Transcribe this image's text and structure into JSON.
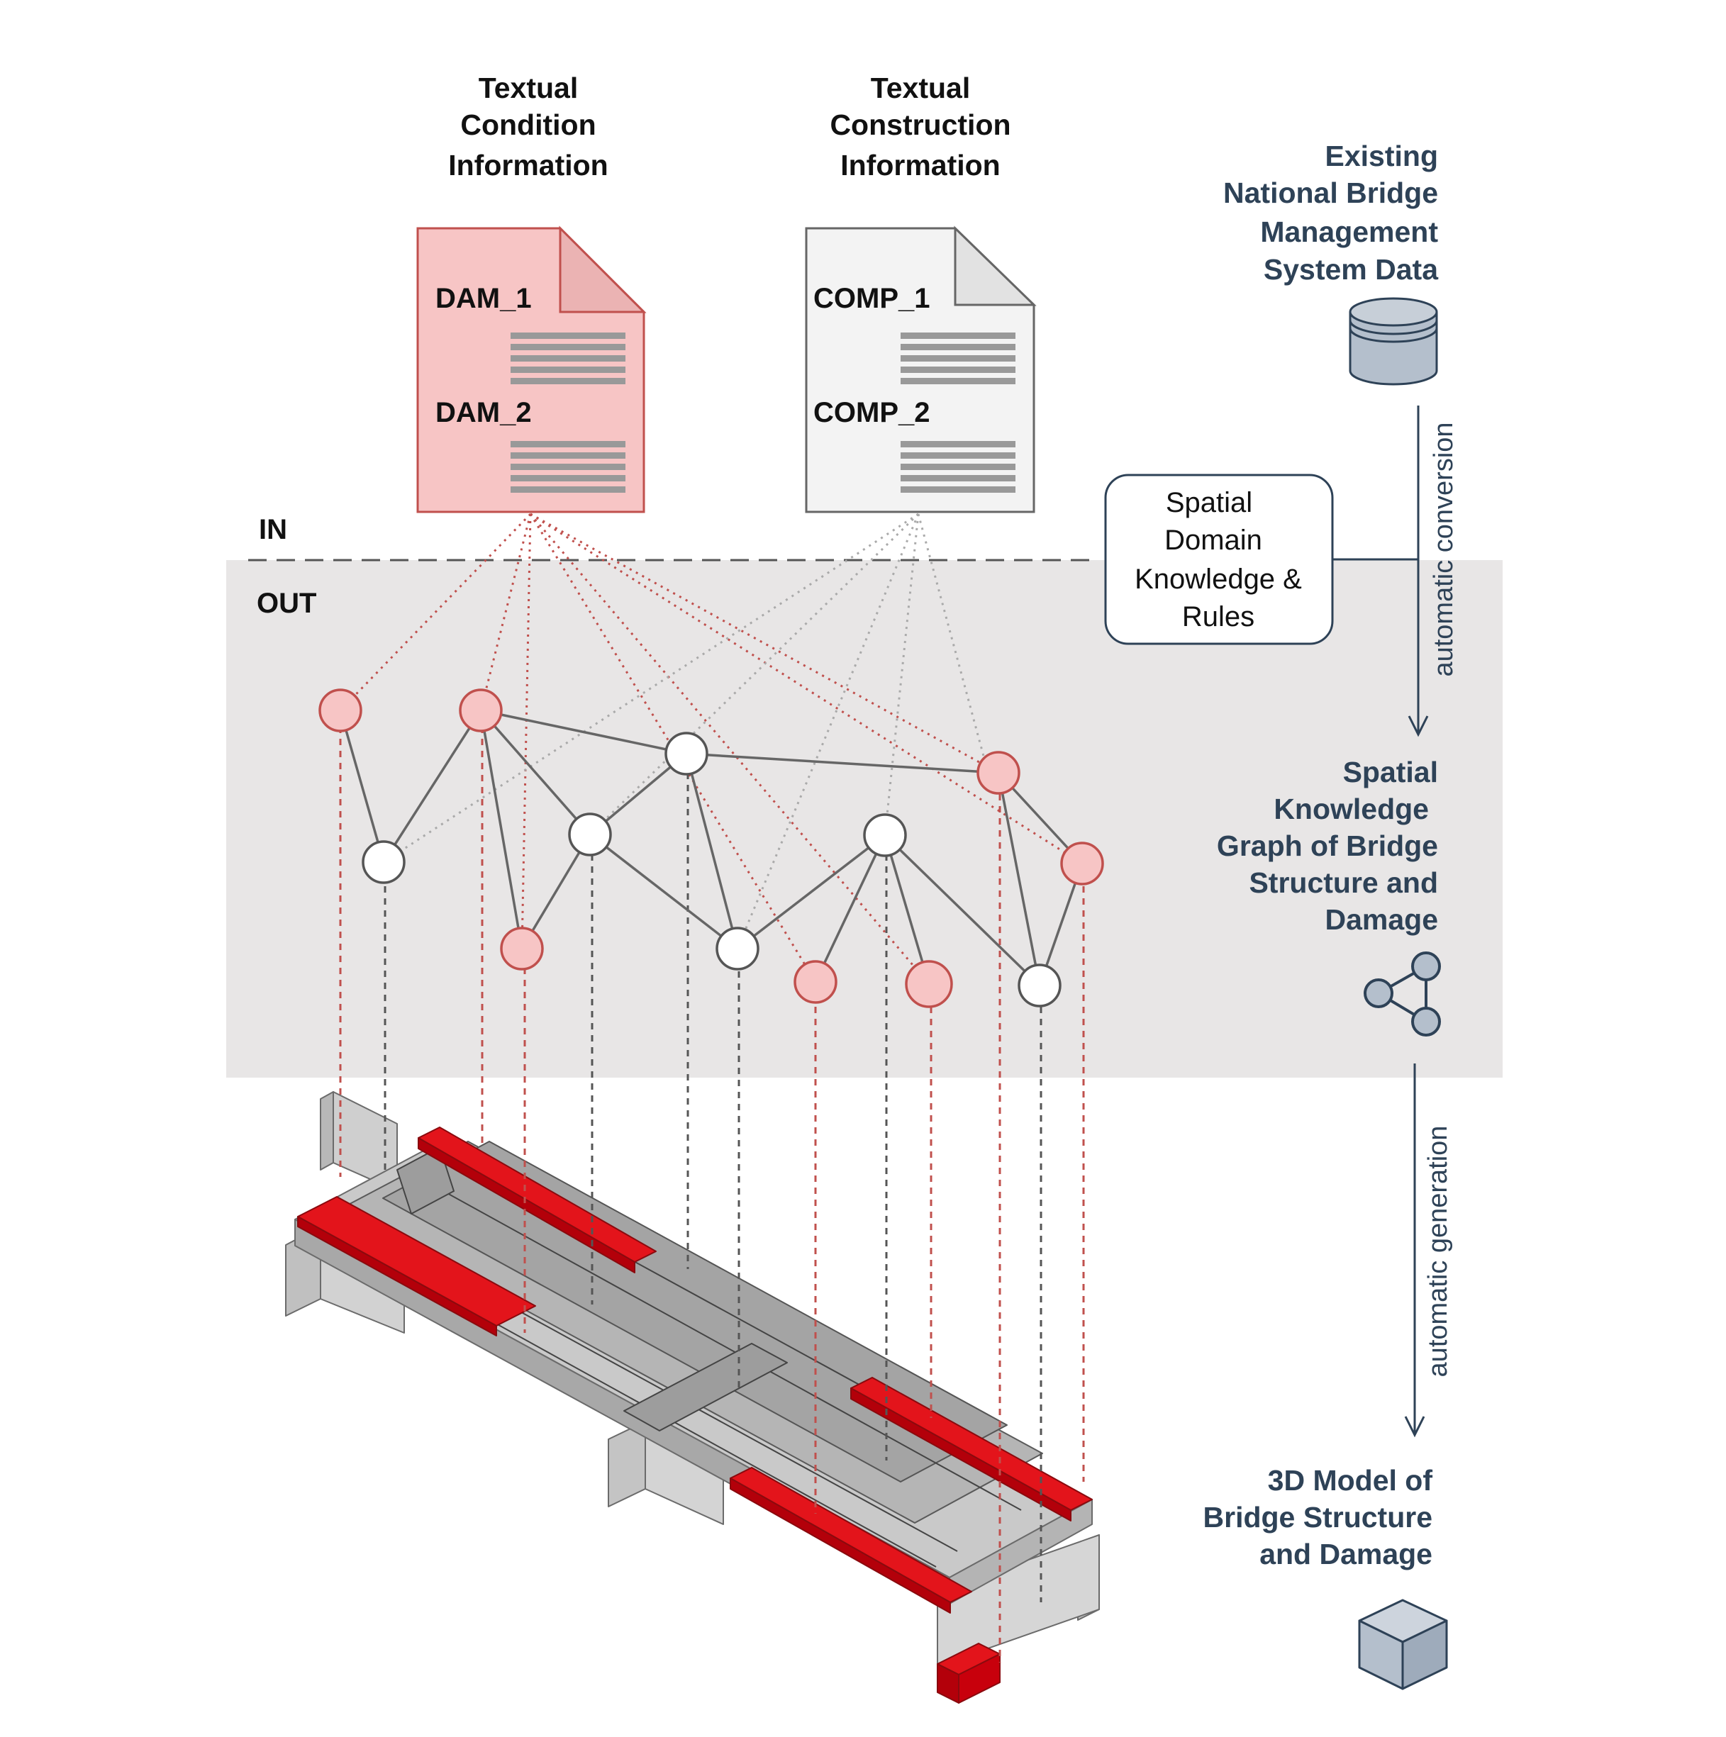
{
  "titles": {
    "condition": [
      "Textual",
      "Condition",
      "Information"
    ],
    "construction": [
      "Textual",
      "Construction",
      "Information"
    ]
  },
  "documents": {
    "condition": {
      "item1": "DAM_1",
      "item2": "DAM_2"
    },
    "construction": {
      "item1": "COMP_1",
      "item2": "COMP_2"
    }
  },
  "zones": {
    "in_label": "IN",
    "out_label": "OUT"
  },
  "rules_box": [
    "Spatial",
    "Domain",
    "Knowledge  &",
    "Rules"
  ],
  "right_column": {
    "existing": [
      "Existing",
      "National Bridge",
      "Management",
      "System Data"
    ],
    "graph": [
      "Spatial",
      "Knowledge",
      "Graph of Bridge",
      "Structure and",
      "Damage"
    ],
    "model": [
      "3D Model of",
      "Bridge Structure",
      "and Damage"
    ]
  },
  "arrows": {
    "conversion": "automatic conversion",
    "generation": "automatic generation"
  },
  "icons": {
    "database": "database-icon",
    "graph": "graph-share-icon",
    "cube": "cube-icon"
  },
  "colors": {
    "damage_fill": "#f7c5c5",
    "damage_stroke": "#c0504d",
    "damage_3d": "#e3141b",
    "node_white": "#ffffff",
    "out_zone": "#e8e6e6",
    "dark_blue": "#2e4257",
    "icon_fill": "#b4bfcc"
  }
}
